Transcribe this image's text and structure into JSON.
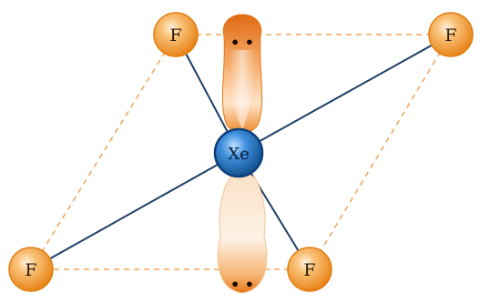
{
  "central_atom": {
    "label": "Xe"
  },
  "fluorine_atoms": [
    {
      "label": "F"
    },
    {
      "label": "F"
    },
    {
      "label": "F"
    },
    {
      "label": "F"
    }
  ],
  "lone_pair_symbol": "• •",
  "colors": {
    "fluorine_fill": "#f5a23c",
    "fluorine_edge": "#e07f12",
    "xenon_fill": "#2f7fd1",
    "xenon_edge": "#0d3f7a",
    "bond": "#1e3f66",
    "plane_dashes": "#f0a45a",
    "lone_pair_orbital": "#ef8a2a"
  }
}
